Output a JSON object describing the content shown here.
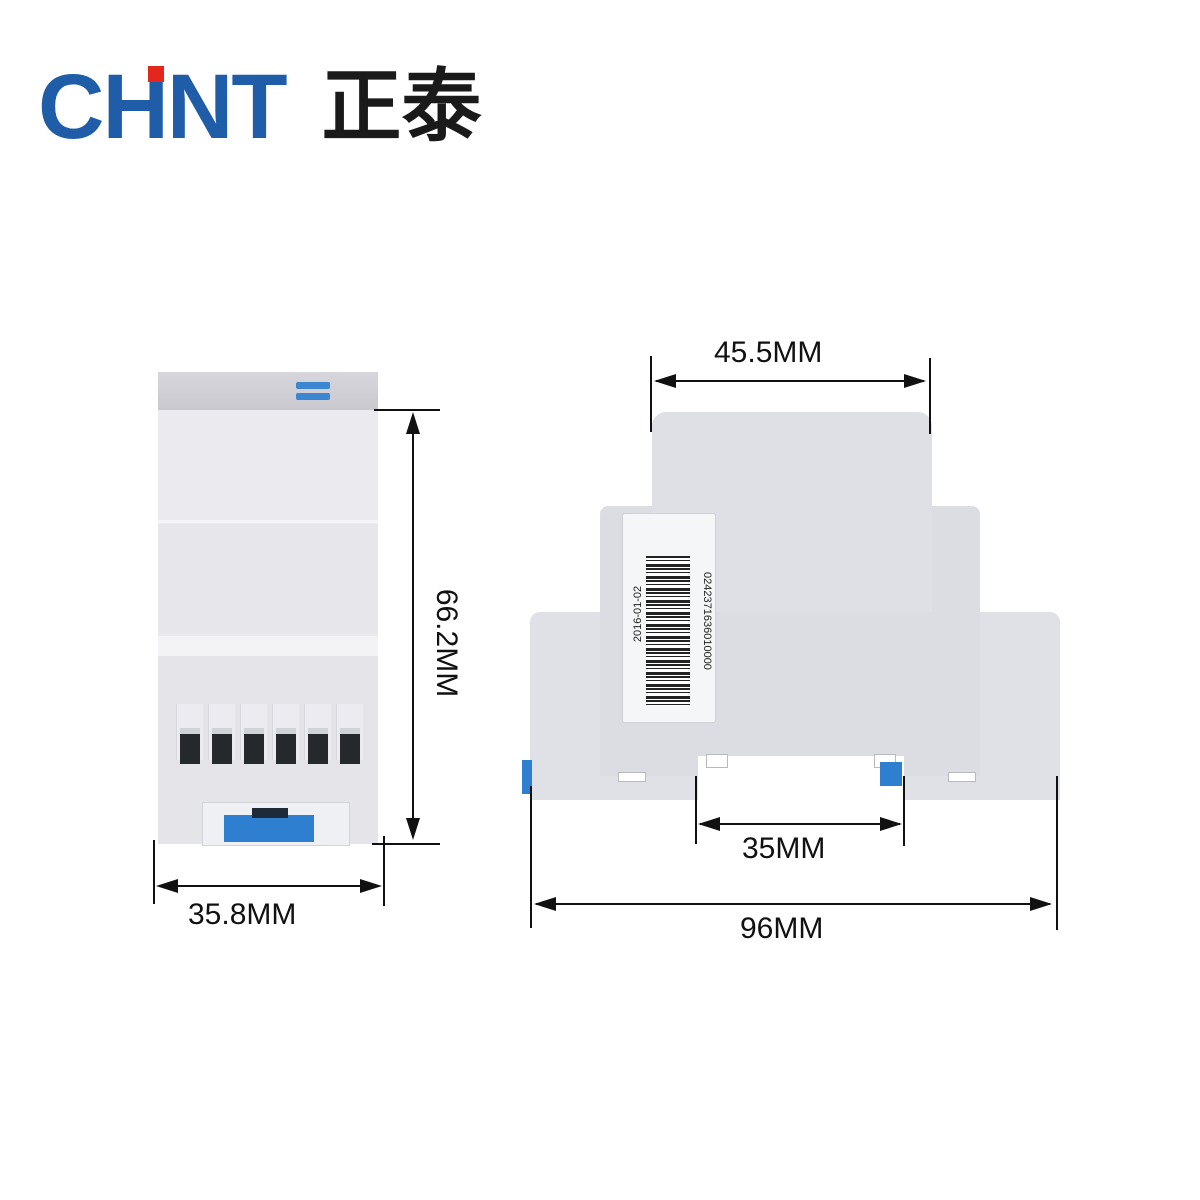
{
  "brand": {
    "name_en": "CHNT",
    "name_cn": "正泰",
    "color_en": "#1f5da8",
    "accent_dot": "#e3271c",
    "color_cn": "#1a1a1a"
  },
  "front_view": {
    "height_label": "66.2MM",
    "width_label": "35.8MM",
    "terminal_count": 6
  },
  "side_view": {
    "top_width_label": "45.5MM",
    "rail_width_label": "35MM",
    "total_width_label": "96MM",
    "sticker": {
      "date": "2016-01-02",
      "code": "0242371636010000"
    }
  },
  "colors": {
    "housing": "#e4e4e9",
    "clip_blue": "#2f7fd0",
    "dimension_line": "#111111"
  }
}
